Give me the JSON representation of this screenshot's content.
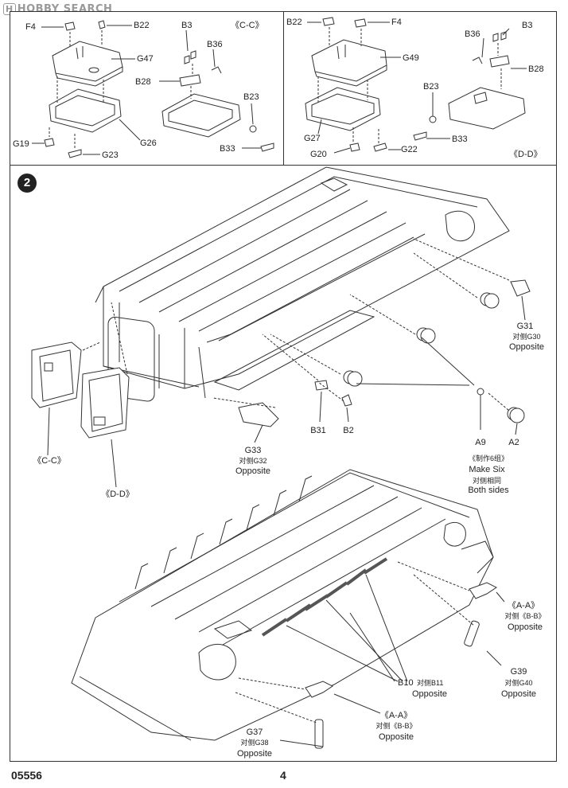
{
  "watermark": "HOBBY SEARCH",
  "footer": {
    "code": "05556",
    "page": "4"
  },
  "cc_panel": {
    "title": "《C-C》",
    "labels": [
      "F4",
      "B22",
      "G47",
      "B3",
      "B36",
      "B28",
      "B23",
      "G26",
      "G19",
      "G23",
      "B33"
    ]
  },
  "dd_panel": {
    "title": "《D-D》",
    "labels": [
      "B22",
      "F4",
      "G49",
      "B36",
      "B3",
      "B28",
      "B23",
      "G27",
      "B33",
      "G20",
      "G22"
    ]
  },
  "step2": {
    "number": "2",
    "labels": {
      "g31": "G31",
      "g31_sub1": "对侧G30",
      "g31_sub2": "Opposite",
      "g33": "G33",
      "g33_sub1": "对侧G32",
      "g33_sub2": "Opposite",
      "b31": "B31",
      "b2": "B2",
      "a9": "A9",
      "a2": "A2",
      "make1": "《制作6组》",
      "make2": "Make Six",
      "make3": "对侧相同",
      "make4": "Both sides",
      "cc": "《C-C》",
      "dd": "《D-D》"
    }
  },
  "step3": {
    "labels": {
      "aa1": "《A-A》",
      "aa1_sub1": "对侧《B-B》",
      "aa1_sub2": "Opposite",
      "g39": "G39",
      "g39_sub1": "对侧G40",
      "g39_sub2": "Opposite",
      "b10": "B10",
      "b10_sub": "对侧B11",
      "b10_sub2": "Opposite",
      "aa2": "《A-A》",
      "aa2_sub1": "对侧《B-B》",
      "aa2_sub2": "Opposite",
      "g37": "G37",
      "g37_sub1": "对侧G38",
      "g37_sub2": "Opposite"
    }
  }
}
